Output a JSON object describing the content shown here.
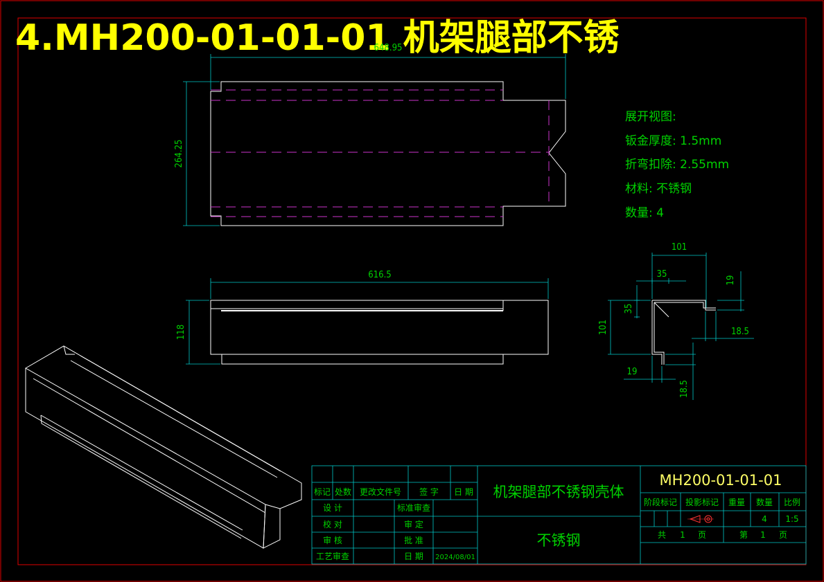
{
  "title": "4.MH200-01-01-01  机架腿部不锈",
  "dimensions": {
    "unfold_width": "648.95",
    "unfold_height": "264.25",
    "front_width": "616.5",
    "front_height": "118",
    "section_width": "101",
    "section_height": "101",
    "section_flange_35_h": "35",
    "section_flange_35_v": "35",
    "section_lip_19_top": "19",
    "section_lip_185_right": "18.5",
    "section_lip_19_bottom": "19",
    "section_lip_185_bottom": "18.5"
  },
  "notes": {
    "line1": "展开视图:",
    "line2": "钣金厚度: 1.5mm",
    "line3": "折弯扣除: 2.55mm",
    "line4": "材料: 不锈钢",
    "line5": "数量: 4"
  },
  "title_block": {
    "headers": [
      "标记",
      "处数",
      "更改文件号",
      "签 字",
      "日 期"
    ],
    "roles": [
      "设 计",
      "校 对",
      "审 核",
      "工艺审查"
    ],
    "approvals": [
      "标准审查",
      "审 定",
      "批 准",
      "日 期"
    ],
    "date": "2024/08/01",
    "part_name": "机架腿部不锈钢壳体",
    "material": "不锈钢",
    "drawing_no": "MH200-01-01-01",
    "stage_header": "阶段标记",
    "projection_header": "投影标记",
    "weight_header": "重量",
    "quantity_header": "数量",
    "scale_header": "比例",
    "quantity": "4",
    "scale": "1:5",
    "total_label": "共",
    "total_value": "1",
    "total_unit": "页",
    "page_label": "第",
    "page_value": "1",
    "page_unit": "页"
  },
  "colors": {
    "background": "#000000",
    "border": "#e00000",
    "geometry": "#ffffff",
    "hidden_lines": "#cc33cc",
    "dimension_lines": "#00c8c8",
    "text": "#00d200",
    "title": "#ffff00"
  }
}
